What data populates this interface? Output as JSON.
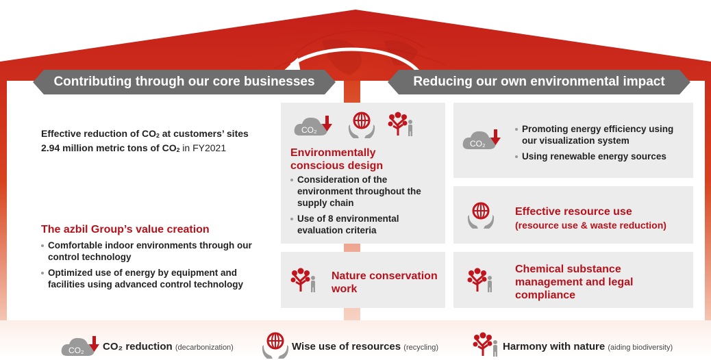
{
  "banners": {
    "left": "Contributing through our core businesses",
    "right": "Reducing our own environmental impact"
  },
  "left_column": {
    "reduction_line1_a": "Effective reduction of CO",
    "reduction_line1_sub": "2",
    "reduction_line1_b": " at customers’ sites",
    "reduction_line2_a": "2.94 million metric tons of CO",
    "reduction_line2_sub": "2",
    "reduction_line2_b": " in FY2021",
    "value_title": "The azbil Group’s value creation",
    "value_items": [
      "Comfortable indoor environments through our control technology",
      "Optimized use of energy by equipment and facilities using advanced control technology"
    ]
  },
  "middle_column": {
    "design_title": "Environmentally conscious design",
    "design_items": [
      "Consideration of the environment throughout the supply chain",
      "Use of 8 environmental evaluation criteria"
    ],
    "nature_title": "Nature conservation work"
  },
  "right_column": {
    "energy_items": [
      "Promoting energy efficiency using our visualization system",
      "Using renewable energy sources"
    ],
    "resource_title": "Effective resource use",
    "resource_sub": "(resource use & waste reduction)",
    "chemical_title": "Chemical substance management and legal compliance"
  },
  "legend": {
    "co2_label": "CO₂ reduction",
    "co2_note": "(decarbonization)",
    "resources_label": "Wise use of resources",
    "resources_note": "(recycling)",
    "nature_label": "Harmony with nature",
    "nature_note": "(aiding biodiversity)"
  },
  "icons": {
    "co2_text": "CO₂",
    "co2_cloud_icon": "co2-cloud-icon",
    "globe_hands_icon": "globe-hands-icon",
    "tree_person_icon": "tree-person-icon"
  },
  "colors": {
    "brand_red": "#b5121b",
    "banner_gray": "#6e6e6e",
    "panel_gray": "#ececec"
  }
}
